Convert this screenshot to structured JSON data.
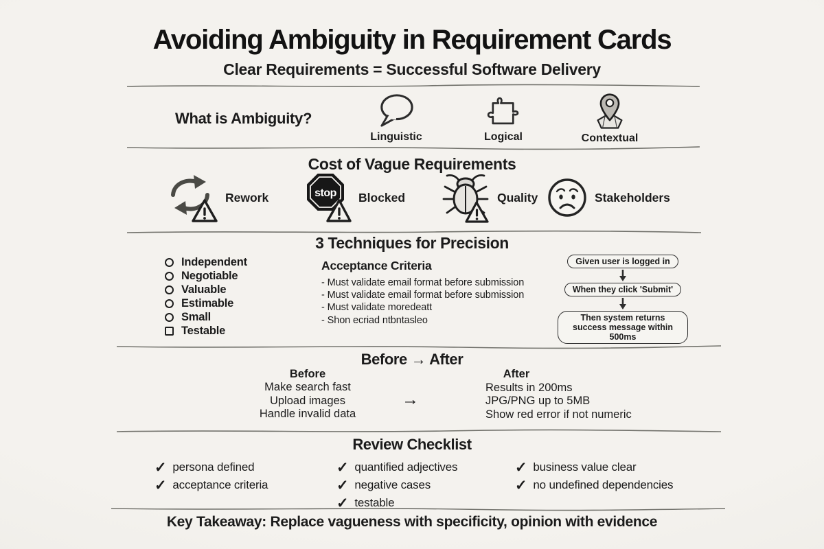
{
  "page": {
    "title": "Avoiding Ambiguity in Requirement Cards",
    "subtitle": "Clear Requirements = Successful Software Delivery"
  },
  "ambiguity": {
    "heading": "What is Ambiguity?",
    "types": [
      {
        "icon": "speech-bubble-icon",
        "label": "Linguistic"
      },
      {
        "icon": "puzzle-piece-icon",
        "label": "Logical"
      },
      {
        "icon": "map-pin-icon",
        "label": "Contextual"
      }
    ]
  },
  "cost": {
    "heading": "Cost of Vague Requirements",
    "items": [
      {
        "icon": "rework-cycle-warning-icon",
        "label": "Rework"
      },
      {
        "icon": "stop-sign-warning-icon",
        "label": "Blocked",
        "stop_text": "stop"
      },
      {
        "icon": "bug-warning-icon",
        "label": "Quality"
      },
      {
        "icon": "sad-face-icon",
        "label": "Stakeholders"
      }
    ]
  },
  "techniques": {
    "heading": "3 Techniques for Precision",
    "invest": [
      {
        "bullet": "circle",
        "label": "Independent"
      },
      {
        "bullet": "circle",
        "label": "Negotiable"
      },
      {
        "bullet": "circle",
        "label": "Valuable"
      },
      {
        "bullet": "circle",
        "label": "Estimable"
      },
      {
        "bullet": "circle",
        "label": "Small"
      },
      {
        "bullet": "square",
        "label": "Testable"
      }
    ],
    "acceptance": {
      "heading": "Acceptance Criteria",
      "items": [
        "- Must validate email format before submission",
        "- Must validate email format before submission",
        "- Must validate moredeatt",
        "- Shon ecriad ntbntasleo"
      ]
    },
    "flow": [
      "Given user is logged in",
      "When they click 'Submit'",
      "Then system returns success message within 500ms"
    ]
  },
  "before_after": {
    "heading": "Before → After",
    "before_heading": "Before",
    "before_items": [
      "Make search fast",
      "Upload images",
      "Handle invalid data"
    ],
    "arrow": "→",
    "after_heading": "After",
    "after_items": [
      "Results in 200ms",
      "JPG/PNG up to 5MB",
      "Show red error if not numeric"
    ]
  },
  "checklist": {
    "heading": "Review Checklist",
    "check_glyph": "✓",
    "columns": [
      [
        "persona defined",
        "acceptance criteria"
      ],
      [
        "quantified adjectives",
        "negative cases",
        "testable"
      ],
      [
        "business value clear",
        "no undefined dependencies"
      ]
    ]
  },
  "takeaway": {
    "label": "Key Takeaway:",
    "text": " Replace vagueness with specificity, opinion with evidence"
  },
  "colors": {
    "background": "#f2f0ec",
    "ink": "#1b1b1b",
    "divider": "#72726c",
    "stop_sign": "#171717",
    "icon_fill": "#e3e1dc"
  }
}
